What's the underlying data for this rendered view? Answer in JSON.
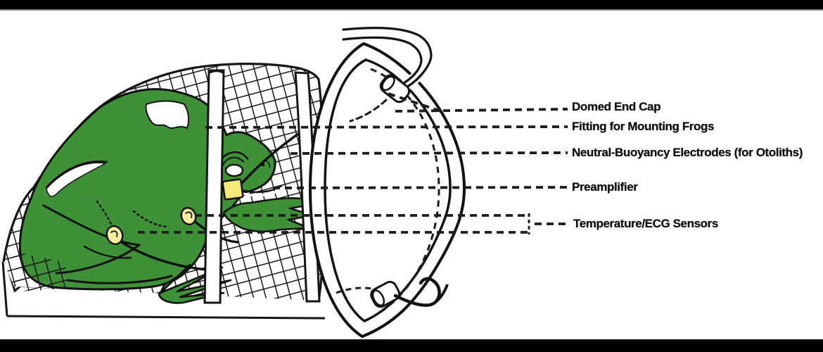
{
  "labels": [
    {
      "id": "domed-end-cap",
      "text": "Domed End Cap"
    },
    {
      "id": "fitting-for-mounting-frogs",
      "text": "Fitting for Mounting Frogs"
    },
    {
      "id": "neutral-buoyancy-electrodes",
      "text": "Neutral-Buoyancy Electrodes (for Otoliths)"
    },
    {
      "id": "preamplifier",
      "text": "Preamplifier"
    },
    {
      "id": "temperature-ecg-sensors",
      "text": "Temperature/ECG Sensors"
    }
  ],
  "colors": {
    "background": "#ffffff",
    "letterbox": "#000000",
    "line": "#161616",
    "frog_green": "#3f9138",
    "frog_dark_green": "#2c7a2a",
    "electrode_yellow": "#f6eda2",
    "preamp_yellow": "#f3e87a"
  }
}
